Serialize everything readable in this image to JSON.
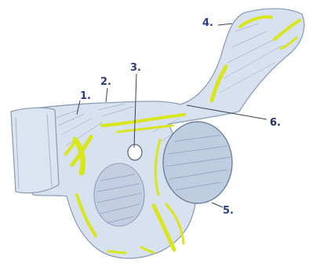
{
  "labels": {
    "l1": "1.",
    "l2": "2.",
    "l3": "3.",
    "l4": "4.",
    "l5": "5.",
    "l6": "6."
  },
  "colors": {
    "bone_fill": "#d7e1ef",
    "bone_stroke": "#8e9fb4",
    "shading": "#9fb0c6",
    "highlight": "#d9e61b",
    "label_blue": "#2b3d8a",
    "label_dark": "#23305e",
    "pointer": "#3a3f55"
  }
}
